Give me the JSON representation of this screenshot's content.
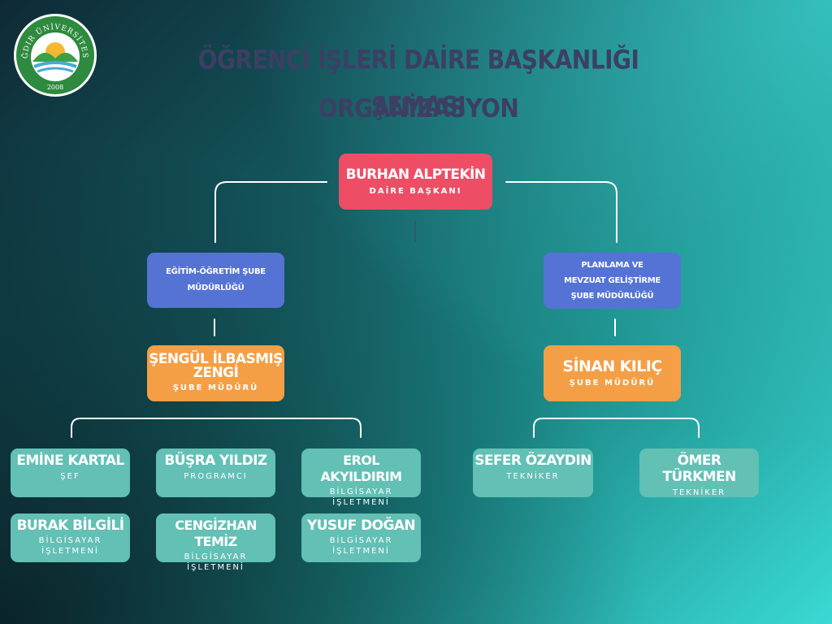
{
  "logo": {
    "arc_text": "IĞDIR ÜNİVERSİTESİ",
    "year": "2008",
    "colors": {
      "ring": "#2e8a3e",
      "sun": "#f4b830",
      "hill": "#3aa04a",
      "water": "#4aa8d8"
    }
  },
  "title": {
    "line1": "ÖĞRENCİ İŞLERİ DAİRE BAŞKANLIĞI ORGANİZASYON",
    "line2": "ŞEMASI"
  },
  "head": {
    "name": "BURHAN ALPTEKİN",
    "role": "DAİRE BAŞKANI"
  },
  "units": {
    "left": "EĞİTİM-ÖĞRETİM ŞUBE\nMÜDÜRLÜĞÜ",
    "right": "PLANLAMA VE\nMEVZUAT GELİŞTİRME\nŞUBE MÜDÜRLÜĞÜ"
  },
  "managers": {
    "left": {
      "name_line1": "ŞENGÜL İLBASMIŞ",
      "name_line2": "ZENGİ",
      "role": "ŞUBE MÜDÜRÜ"
    },
    "right": {
      "name": "SİNAN KILIÇ",
      "role": "ŞUBE MÜDÜRÜ"
    }
  },
  "staff": [
    {
      "name": "EMİNE KARTAL",
      "role_line1": "ŞEF",
      "role_line2": ""
    },
    {
      "name": "BÜŞRA YILDIZ",
      "role_line1": "PROGRAMCI",
      "role_line2": ""
    },
    {
      "name": "EROL AKYILDIRIM",
      "role_line1": "BİLGİSAYAR",
      "role_line2": "İŞLETMENİ"
    },
    {
      "name": "BURAK BİLGİLİ",
      "role_line1": "BİLGİSAYAR",
      "role_line2": "İŞLETMENİ"
    },
    {
      "name": "CENGİZHAN TEMİZ",
      "role_line1": "BİLGİSAYAR",
      "role_line2": "İŞLETMENİ"
    },
    {
      "name": "YUSUF DOĞAN",
      "role_line1": "BİLGİSAYAR",
      "role_line2": "İŞLETMENİ"
    },
    {
      "name": "SEFER ÖZAYDIN",
      "role_line1": "TEKNİKER",
      "role_line2": ""
    },
    {
      "name": "ÖMER TÜRKMEN",
      "role_line1": "TEKNİKER",
      "role_line2": ""
    }
  ],
  "colors": {
    "head": "#ee4d66",
    "unit": "#5573d5",
    "manager": "#f49f45",
    "staff": "#62c0b5",
    "title": "#3c3f63",
    "connector": "#ffffff"
  }
}
